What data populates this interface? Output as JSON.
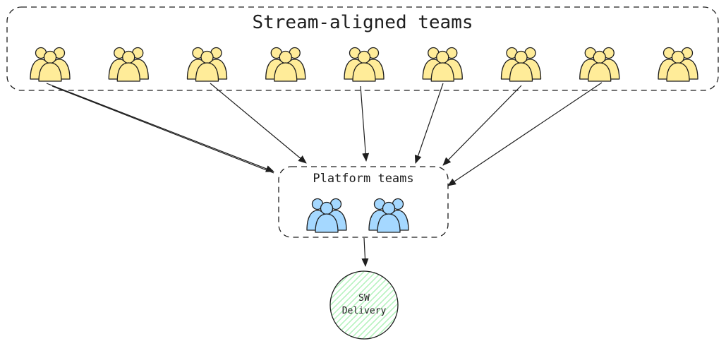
{
  "diagram": {
    "stream_group": {
      "label": "Stream-aligned teams",
      "icon": "team-icon",
      "color": "#ffec99",
      "team_count": 9
    },
    "platform_group": {
      "label": "Platform teams",
      "icon": "team-icon",
      "color": "#a5d8ff",
      "team_count": 2
    },
    "delivery_node": {
      "label_line1": "SW",
      "label_line2": "Delivery",
      "color": "#b2f2bb"
    },
    "stroke_color": "#1e1e1e"
  }
}
